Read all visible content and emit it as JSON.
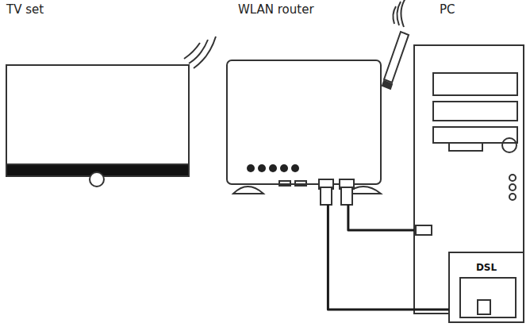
{
  "diagram": {
    "nodes": [
      {
        "text": [
          "TV set"
        ]
      },
      {
        "text": [
          "WLAN router"
        ]
      },
      {
        "text": [
          "PC"
        ]
      },
      {
        "text": [
          "DSL"
        ]
      }
    ],
    "edges": [
      {
        "from": 1,
        "to": 2,
        "arrow": "none"
      },
      {
        "from": 1,
        "to": 3,
        "arrow": "none"
      }
    ]
  }
}
